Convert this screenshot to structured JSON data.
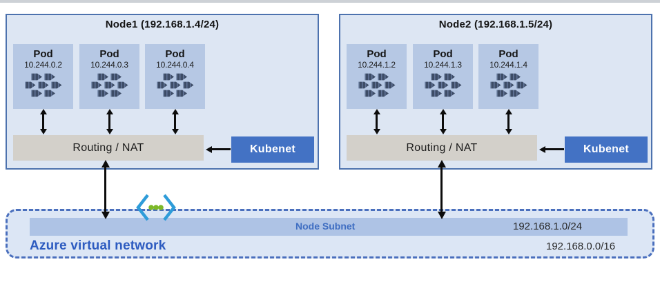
{
  "nodes": [
    {
      "title": "Node1 (192.168.1.4/24)",
      "pods": [
        {
          "label": "Pod",
          "ip": "10.244.0.2",
          "icon": "pod-containers-icon"
        },
        {
          "label": "Pod",
          "ip": "10.244.0.3",
          "icon": "pod-containers-icon"
        },
        {
          "label": "Pod",
          "ip": "10.244.0.4",
          "icon": "pod-containers-icon"
        }
      ],
      "routing_label": "Routing / NAT",
      "kubenet_label": "Kubenet"
    },
    {
      "title": "Node2 (192.168.1.5/24)",
      "pods": [
        {
          "label": "Pod",
          "ip": "10.244.1.2",
          "icon": "pod-containers-icon"
        },
        {
          "label": "Pod",
          "ip": "10.244.1.3",
          "icon": "pod-containers-icon"
        },
        {
          "label": "Pod",
          "ip": "10.244.1.4",
          "icon": "pod-containers-icon"
        }
      ],
      "routing_label": "Routing / NAT",
      "kubenet_label": "Kubenet"
    }
  ],
  "vnet": {
    "label": "Azure virtual network",
    "cidr": "192.168.0.0/16",
    "subnet_label": "Node Subnet",
    "subnet_cidr": "192.168.1.0/24",
    "icon": "virtual-network-icon"
  },
  "colors": {
    "node_fill": "#dde6f3",
    "node_border": "#4d72ae",
    "pod_fill": "#b6c8e4",
    "pod_icon": "#3d4c66",
    "routing_fill": "#d3d0ca",
    "kubenet_fill": "#4372c4",
    "subnet_bar_fill": "#aec3e5",
    "subnet_label_color": "#3f6ec2",
    "vnet_fill": "#dce6f5",
    "vnet_border": "#4a6fbd",
    "vnet_label_color": "#2d5bc0",
    "arrow_color": "#0c0c0c",
    "vnet_icon_bracket": "#2e9cd9",
    "vnet_icon_dot": "#7db928"
  }
}
